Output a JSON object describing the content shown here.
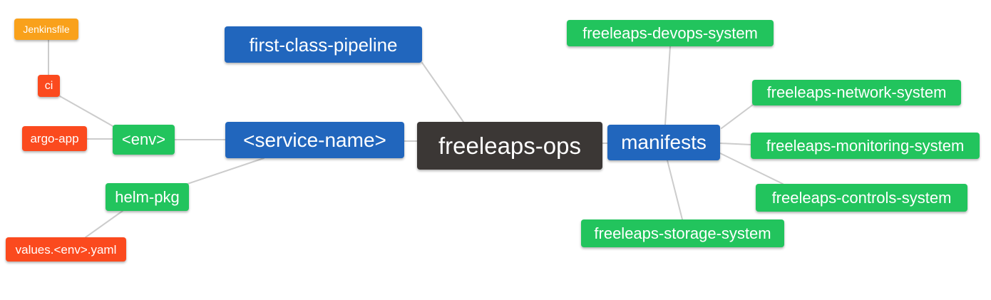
{
  "diagram": {
    "type": "mindmap",
    "root_label": "freeleaps-ops",
    "colors": {
      "root_node": "#3B3735",
      "level1_node": "#2166BD",
      "level2_node": "#22C45D",
      "level3_node": "#FB4A1E",
      "level4_node": "#F9A11B",
      "edge": "#CCCCCC",
      "node_text": "#FFFFFF",
      "background": "#FFFFFF"
    },
    "nodes": [
      {
        "id": "freeleaps-ops",
        "label": "freeleaps-ops"
      },
      {
        "id": "first-class-pipeline",
        "label": "first-class-pipeline"
      },
      {
        "id": "service-name",
        "label": "<service-name>"
      },
      {
        "id": "manifests",
        "label": "manifests"
      },
      {
        "id": "env",
        "label": "<env>"
      },
      {
        "id": "helm-pkg",
        "label": "helm-pkg"
      },
      {
        "id": "ci",
        "label": "ci"
      },
      {
        "id": "jenkinsfile",
        "label": "Jenkinsfile"
      },
      {
        "id": "argo-app",
        "label": "argo-app"
      },
      {
        "id": "values-env-yaml",
        "label": "values.<env>.yaml"
      },
      {
        "id": "freeleaps-devops-system",
        "label": "freeleaps-devops-system"
      },
      {
        "id": "freeleaps-network-system",
        "label": "freeleaps-network-system"
      },
      {
        "id": "freeleaps-monitoring-system",
        "label": "freeleaps-monitoring-system"
      },
      {
        "id": "freeleaps-controls-system",
        "label": "freeleaps-controls-system"
      },
      {
        "id": "freeleaps-storage-system",
        "label": "freeleaps-storage-system"
      }
    ],
    "edges": [
      {
        "from": "freeleaps-ops",
        "to": "first-class-pipeline"
      },
      {
        "from": "freeleaps-ops",
        "to": "service-name"
      },
      {
        "from": "freeleaps-ops",
        "to": "manifests"
      },
      {
        "from": "service-name",
        "to": "env"
      },
      {
        "from": "service-name",
        "to": "helm-pkg"
      },
      {
        "from": "env",
        "to": "ci"
      },
      {
        "from": "env",
        "to": "argo-app"
      },
      {
        "from": "ci",
        "to": "jenkinsfile"
      },
      {
        "from": "helm-pkg",
        "to": "values-env-yaml"
      },
      {
        "from": "manifests",
        "to": "freeleaps-devops-system"
      },
      {
        "from": "manifests",
        "to": "freeleaps-network-system"
      },
      {
        "from": "manifests",
        "to": "freeleaps-monitoring-system"
      },
      {
        "from": "manifests",
        "to": "freeleaps-controls-system"
      },
      {
        "from": "manifests",
        "to": "freeleaps-storage-system"
      }
    ]
  }
}
